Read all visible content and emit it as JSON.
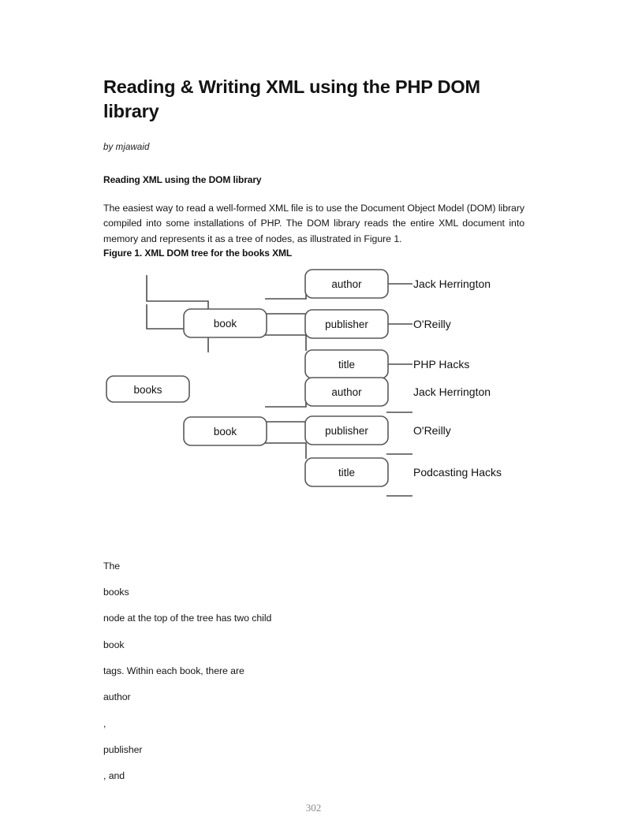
{
  "document": {
    "title": "Reading & Writing XML using the PHP DOM library",
    "byline": "by mjawaid",
    "section_heading": "Reading XML using the DOM library",
    "paragraph": "The easiest way to read a well-formed XML file is to use the Document Object Model (DOM) library compiled into some installations of PHP. The DOM library reads the entire XML document into memory and represents it as a tree of nodes, as illustrated in Figure 1.",
    "figure_caption": "Figure 1. XML DOM tree for the books XML",
    "page_number": "302"
  },
  "figure": {
    "root": "books",
    "branches": [
      {
        "node": "book",
        "children": [
          {
            "tag": "author",
            "value": "Jack Herrington"
          },
          {
            "tag": "publisher",
            "value": "O'Reilly"
          },
          {
            "tag": "title",
            "value": "PHP Hacks"
          }
        ]
      },
      {
        "node": "book",
        "children": [
          {
            "tag": "author",
            "value": "Jack Herrington"
          },
          {
            "tag": "publisher",
            "value": "O'Reilly"
          },
          {
            "tag": "title",
            "value": "Podcasting Hacks"
          }
        ]
      }
    ],
    "colors": {
      "box_border": "#59595b",
      "box_fill": "#ffffff",
      "connector": "#4d4d4f",
      "text": "#111111"
    }
  },
  "tail_fragments": [
    "The",
    "books",
    "node at the top of the tree has two child",
    "book",
    "tags. Within each book, there are",
    "author",
    ",",
    "publisher",
    ", and"
  ]
}
